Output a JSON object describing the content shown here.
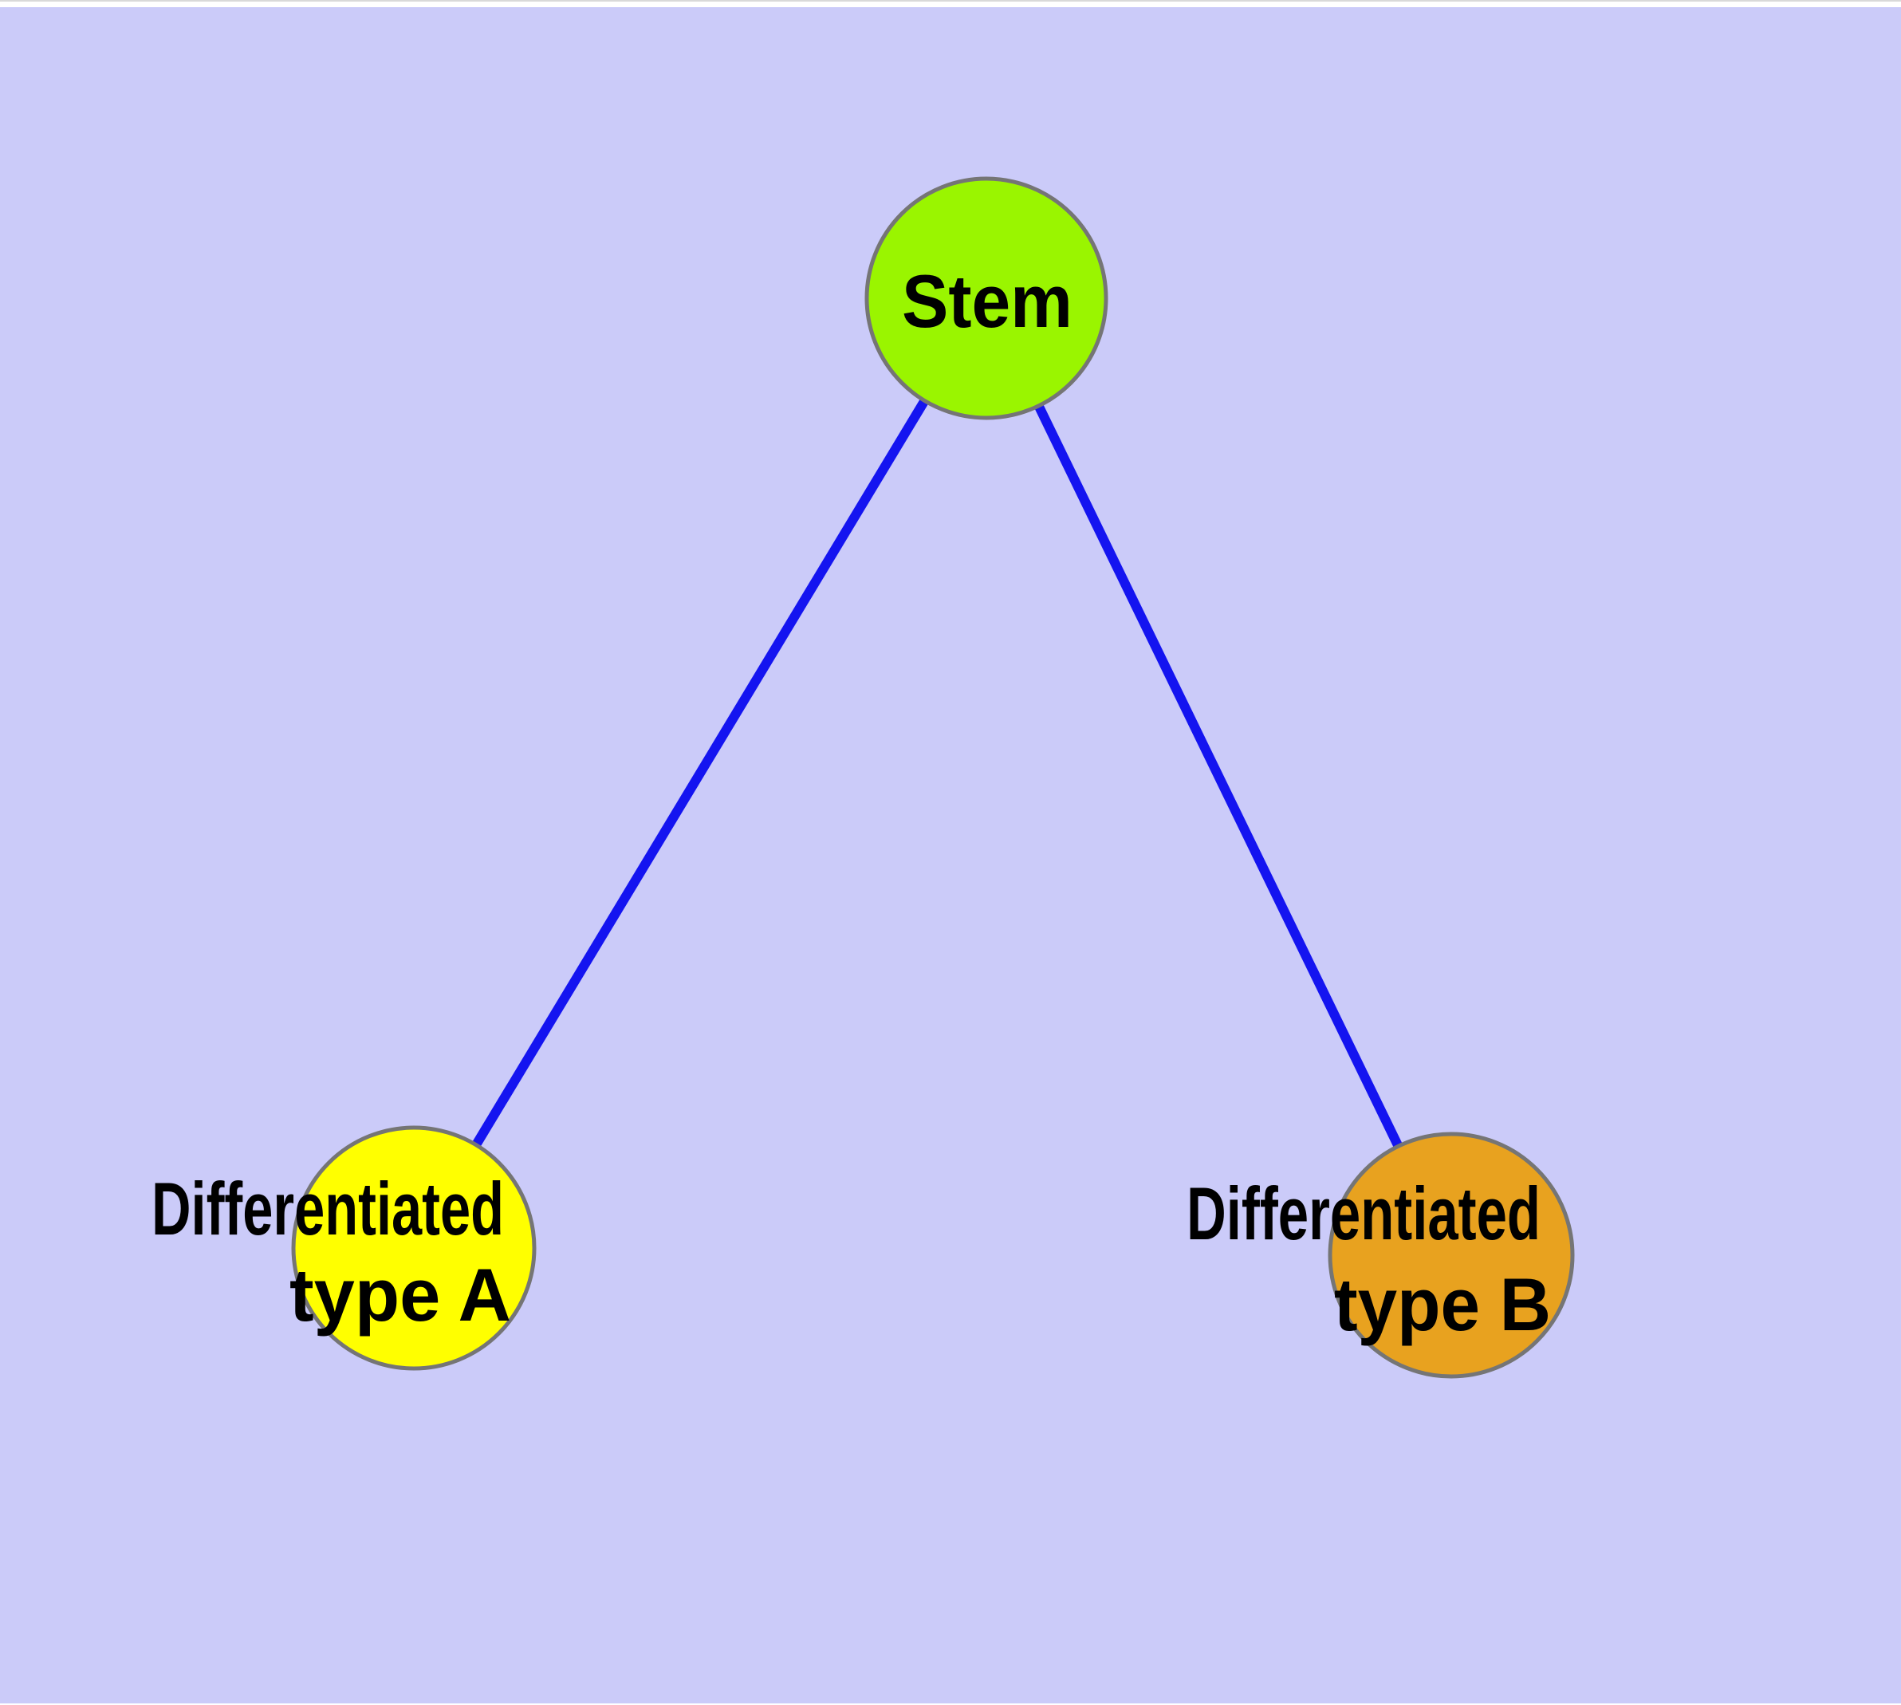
{
  "figure": {
    "background_color": "#cbcbf9",
    "page_margin_color": "#ffffff",
    "top_hairline_color": "#d9d9d9",
    "edge_color": "#1414f0",
    "node_border_color": "#757575",
    "label_color": "#000000"
  },
  "graph": {
    "nodes": [
      {
        "id": "stem",
        "label": "Stem",
        "fill": "#9af500"
      },
      {
        "id": "differentiated-type-a",
        "label": "Differentiated type A",
        "line1": "Differentiated",
        "line2": "type A",
        "fill": "#ffff00"
      },
      {
        "id": "differentiated-type-b",
        "label": "Differentiated type B",
        "line1": "Differentiated",
        "line2": "type B",
        "fill": "#e8a21f"
      }
    ],
    "edges": [
      {
        "source": "Stem",
        "target": "Differentiated type A"
      },
      {
        "source": "Stem",
        "target": "Differentiated type B"
      }
    ]
  }
}
